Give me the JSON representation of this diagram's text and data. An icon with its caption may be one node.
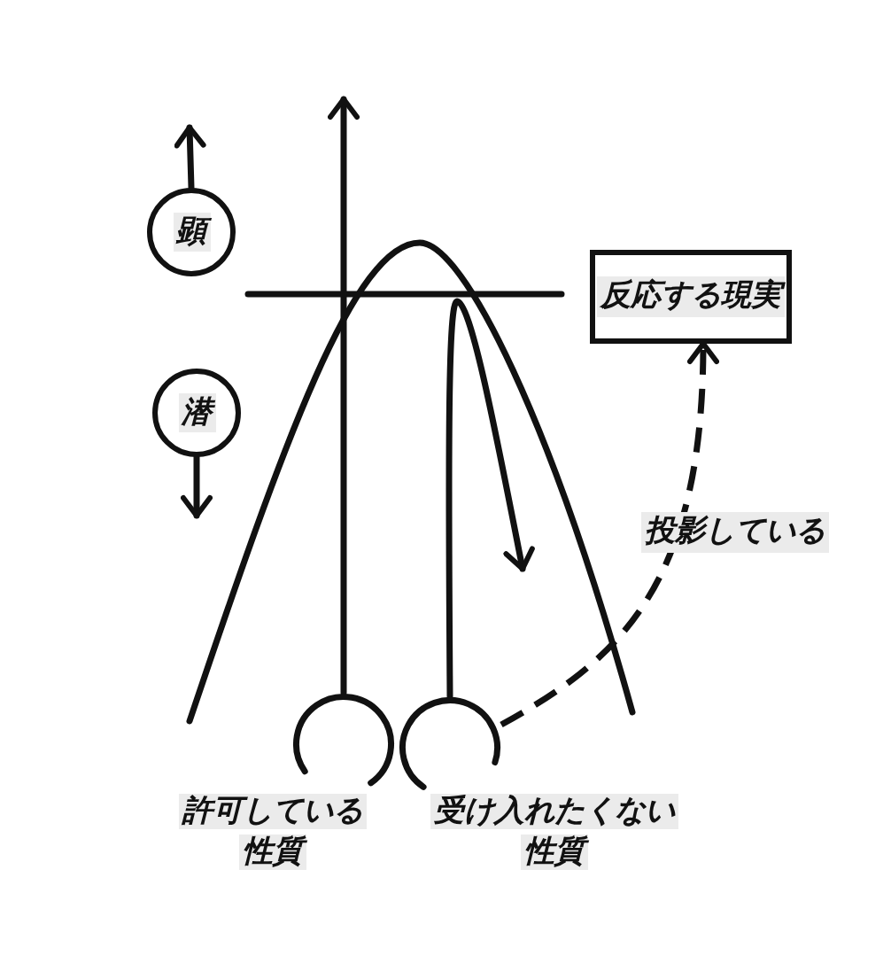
{
  "diagram": {
    "nodes": [
      {
        "text": [
          "顕"
        ]
      },
      {
        "text": [
          "反応する現実"
        ]
      },
      {
        "text": [
          "潜"
        ]
      },
      {
        "text": [
          "許可している性質"
        ]
      },
      {
        "text": [
          "受け入れたくない性質"
        ]
      }
    ],
    "edges": [
      {
        "from": 0,
        "to": null,
        "arrow": "to"
      },
      {
        "from": 2,
        "to": null,
        "arrow": "to"
      },
      {
        "from": 3,
        "to": null,
        "arrow": "to"
      },
      {
        "from": 4,
        "to": null,
        "arrow": "to"
      },
      {
        "from": 4,
        "to": 1,
        "arrow": "to",
        "style": "dashed",
        "label": "投影している"
      }
    ]
  }
}
